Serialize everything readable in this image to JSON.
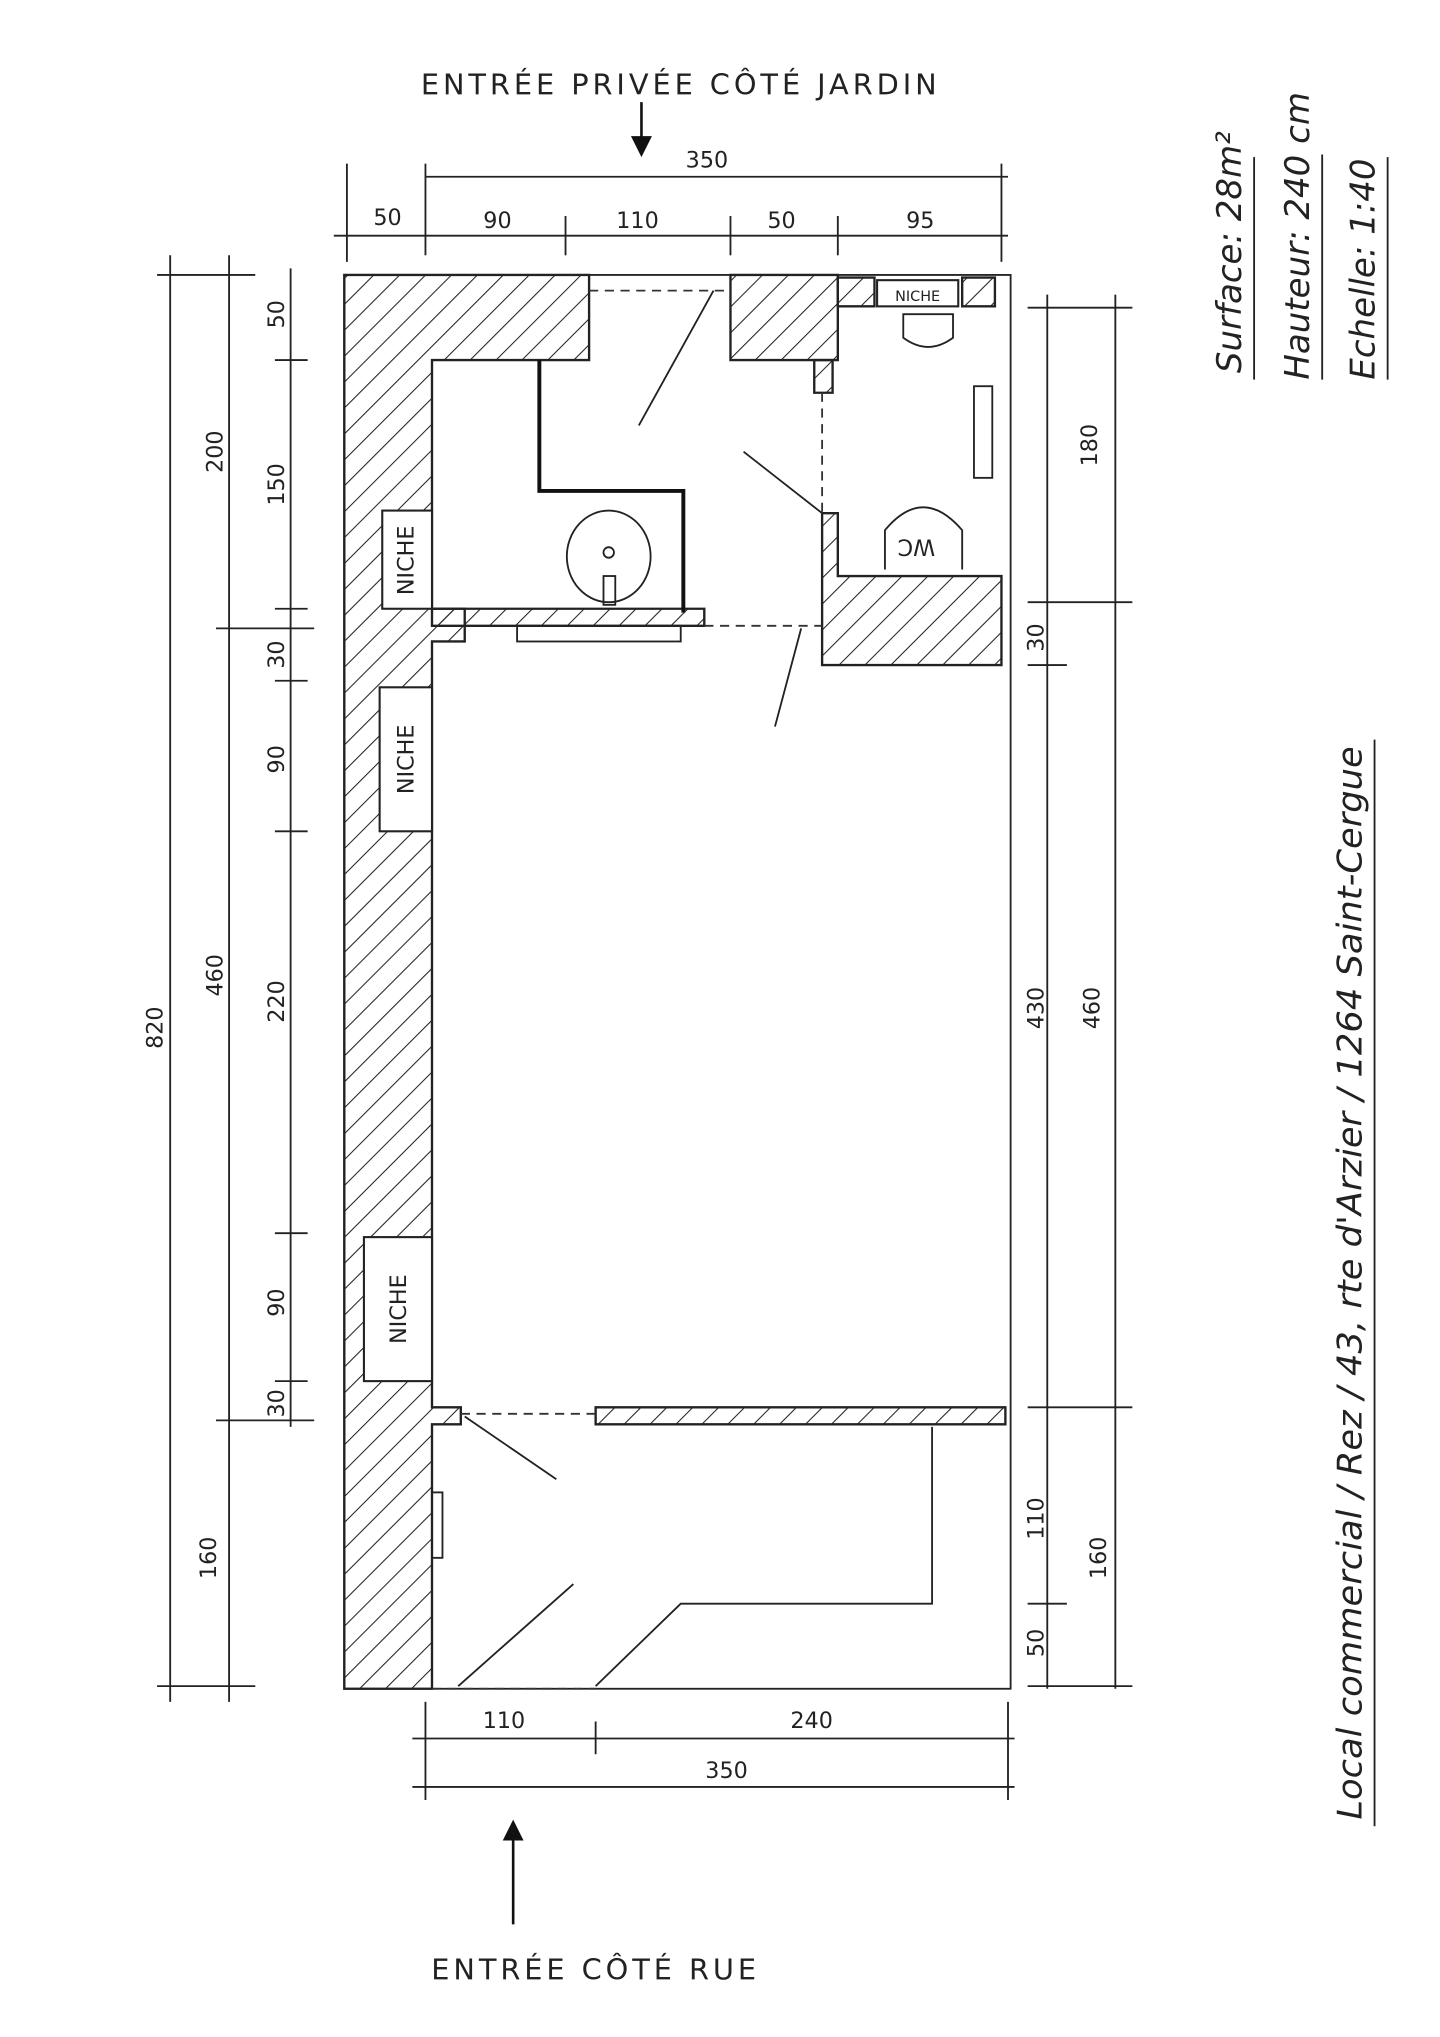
{
  "entrances": {
    "garden": "ENTRÉE PRIVÉE CÔTÉ JARDIN",
    "street": "ENTRÉE CÔTÉ RUE"
  },
  "info": {
    "surface": "Surface: 28m²",
    "height": "Hauteur: 240 cm",
    "scale": "Echelle: 1:40"
  },
  "address": "Local commercial / Rez / 43, rte d'Arzier / 1264 Saint-Cergue",
  "rooms": {
    "niche": "NICHE",
    "wc": "WC"
  },
  "dimensions": {
    "top_total": "350",
    "top": [
      "50",
      "90",
      "110",
      "50",
      "95"
    ],
    "left_total": "820",
    "left_mid": [
      "200",
      "460",
      "160"
    ],
    "left_inner": [
      "50",
      "150",
      "30",
      "90",
      "220",
      "90",
      "30"
    ],
    "right": [
      "180",
      "30",
      "430",
      "460",
      "110",
      "160",
      "50"
    ],
    "bottom": [
      "110",
      "240"
    ],
    "bottom_total": "350"
  }
}
